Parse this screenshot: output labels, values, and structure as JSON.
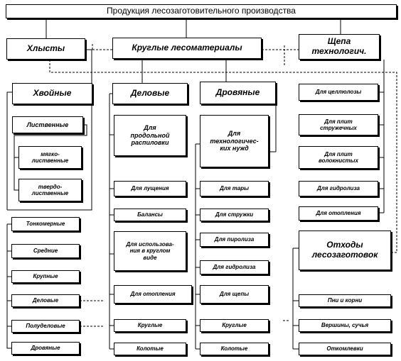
{
  "title": "Продукция лесозаготовительного производства",
  "columns": {
    "khlysty": {
      "header": "Хлысты",
      "groups": [
        "Хвойные",
        "Лиственные"
      ],
      "subgroups": [
        "мягко-\nлиственные",
        "твердо-\nлиственные"
      ],
      "sizes": [
        "Тонкомерные",
        "Средние",
        "Крупные"
      ],
      "uses": [
        "Деловые",
        "Полуделовые",
        "Дровяные"
      ]
    },
    "roundwood": {
      "header": "Круглые лесоматериалы",
      "business": {
        "header": "Деловые",
        "items": [
          "Для\nпродольной\nраспиловки",
          "Для лущения",
          "Балансы",
          "Для использова-\nния в круглом\nвиде"
        ]
      },
      "firewood": {
        "header": "Дровяные",
        "items": [
          "Для\nтехнологичес-\nких нужд",
          "Для тары",
          "Для стружки",
          "Для пиролиза",
          "Для гидролиза",
          "Для щепы"
        ]
      },
      "heating": {
        "header": "Для отопления",
        "items": [
          "Круглые",
          "Колотые"
        ]
      },
      "chip_split": [
        "Круглые",
        "Колотые"
      ]
    },
    "chips": {
      "header": "Щепа\nтехнологич.",
      "items": [
        "Для целлюлозы",
        "Для плит\nстружечных",
        "Для плит\nволокнистых",
        "Для гидролиза",
        "Для отопления"
      ]
    },
    "waste": {
      "header": "Отходы\nлесозаготовок",
      "items": [
        "Пни и корни",
        "Вершины, сучья",
        "Откомлевки"
      ]
    }
  }
}
